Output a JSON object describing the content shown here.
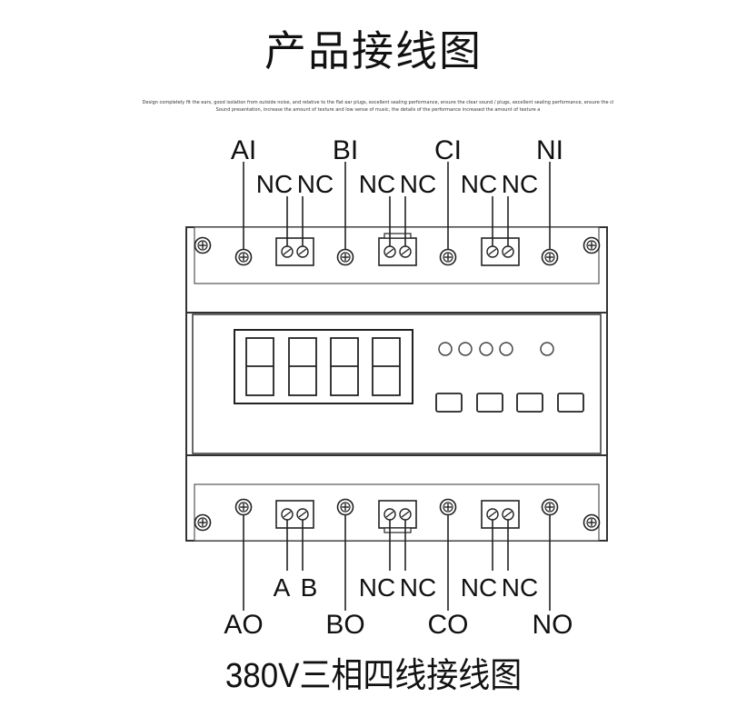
{
  "title": "产品接线图",
  "description": [
    "Design completely fit the ears, good isolation from outside noise, and relative to the flat ear plugs, excellent sealing performance, ensure the clear sound / plugs, excellent sealing performance, ensure the cl",
    "Sound presentation, increase the amount of texture and low sense of music, the details of the performance increased the amount of texture a"
  ],
  "top_labels": {
    "AI": "AI",
    "BI": "BI",
    "CI": "CI",
    "NI": "NI",
    "nc": [
      "NC",
      "NC",
      "NC",
      "NC",
      "NC",
      "NC"
    ]
  },
  "bottom_labels": {
    "A": "A",
    "B": "B",
    "nc": [
      "NC",
      "NC",
      "NC",
      "NC"
    ],
    "AO": "AO",
    "BO": "BO",
    "CO": "CO",
    "NO": "NO"
  },
  "display": {
    "digits": 4,
    "leds": 5,
    "buttons": 4
  },
  "bottom_title": "380V三相四线接线图"
}
